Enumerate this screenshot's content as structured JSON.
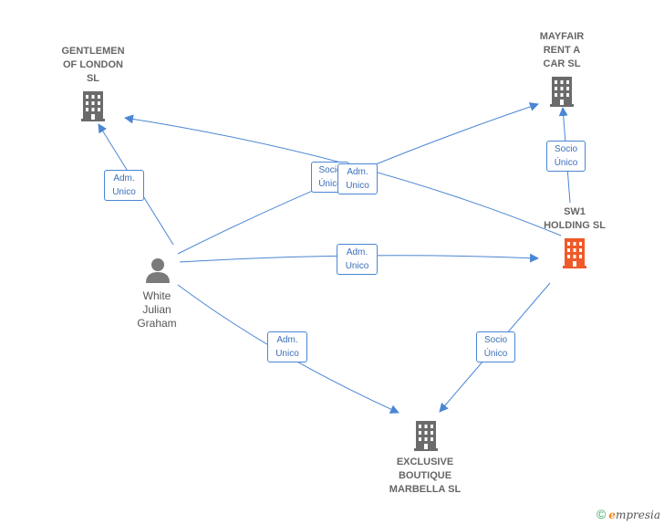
{
  "nodes": {
    "gentlemen": {
      "label": "GENTLEMEN\nOF LONDON\nSL"
    },
    "mayfair": {
      "label": "MAYFAIR\nRENT A\nCAR SL"
    },
    "sw1": {
      "label": "SW1\nHOLDING SL"
    },
    "exclusive": {
      "label": "EXCLUSIVE\nBOUTIQUE\nMARBELLA SL"
    },
    "person": {
      "label": "White\nJulian\nGraham"
    }
  },
  "edges": {
    "person_gentlemen": {
      "label": "Adm.\nUnico"
    },
    "sw1_gentlemen": {
      "label": "Socio\nÚnico"
    },
    "person_mayfair": {
      "label": "Adm.\nUnico"
    },
    "sw1_mayfair": {
      "label": "Socio\nÚnico"
    },
    "person_sw1": {
      "label": "Adm.\nUnico"
    },
    "person_exclusive": {
      "label": "Adm.\nUnico"
    },
    "sw1_exclusive": {
      "label": "Socio\nÚnico"
    }
  },
  "colors": {
    "edge": "#4a86d4",
    "company_icon": "#6b6b6b",
    "highlight_icon": "#f05a28",
    "person_icon": "#7a7a7a"
  },
  "watermark": {
    "symbol": "©",
    "brand_first": "e",
    "brand_rest": "mpresia"
  }
}
